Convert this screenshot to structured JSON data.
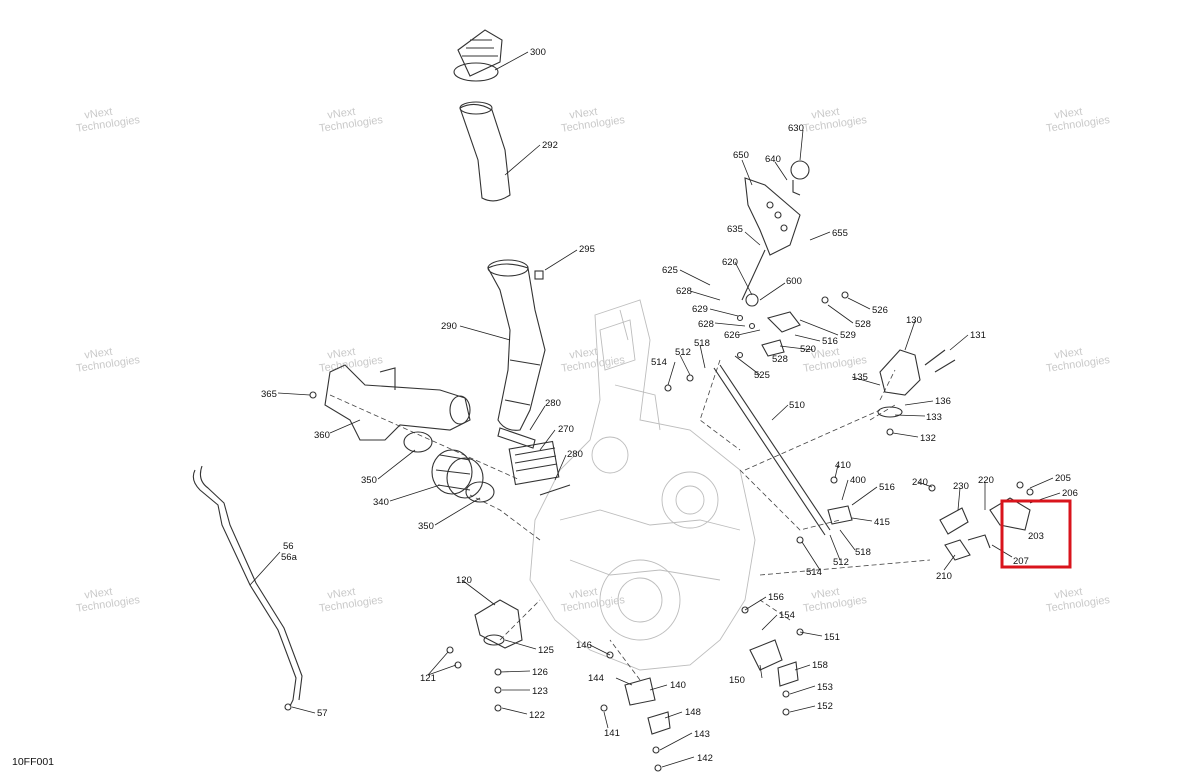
{
  "diagram_code": "10FF001",
  "watermark": {
    "line1": "vNext",
    "line2": "Technologies"
  },
  "highlight": {
    "label": "203",
    "color": "#d9141c"
  },
  "callouts": {
    "c300": "300",
    "c292": "292",
    "c295": "295",
    "c290": "290",
    "c280a": "280",
    "c270": "270",
    "c280b": "280",
    "c365": "365",
    "c360": "360",
    "c350a": "350",
    "c340": "340",
    "c350b": "350",
    "c56": "56",
    "c56a": "56a",
    "c57": "57",
    "c650": "650",
    "c640": "640",
    "c630": "630",
    "c635": "635",
    "c655": "655",
    "c625": "625",
    "c620": "620",
    "c628a": "628",
    "c600": "600",
    "c629": "629",
    "c628b": "628",
    "c626": "626",
    "c526": "526",
    "c528a": "528",
    "c529": "529",
    "c516a": "516",
    "c528b": "528",
    "c520": "520",
    "c514a": "514",
    "c512a": "512",
    "c518a": "518",
    "c525": "525",
    "c510": "510",
    "c130": "130",
    "c131": "131",
    "c135": "135",
    "c136": "136",
    "c133": "133",
    "c132": "132",
    "c410": "410",
    "c400": "400",
    "c516b": "516",
    "c415": "415",
    "c518b": "518",
    "c512b": "512",
    "c514b": "514",
    "c240": "240",
    "c230": "230",
    "c220": "220",
    "c205": "205",
    "c206": "206",
    "c203": "203",
    "c207": "207",
    "c210": "210",
    "c120": "120",
    "c125": "125",
    "c126": "126",
    "c123": "123",
    "c122": "122",
    "c121": "121",
    "c146": "146",
    "c144": "144",
    "c140": "140",
    "c148": "148",
    "c141": "141",
    "c143": "143",
    "c142": "142",
    "c156": "156",
    "c154": "154",
    "c151": "151",
    "c150": "150",
    "c158": "158",
    "c153": "153",
    "c152": "152"
  }
}
